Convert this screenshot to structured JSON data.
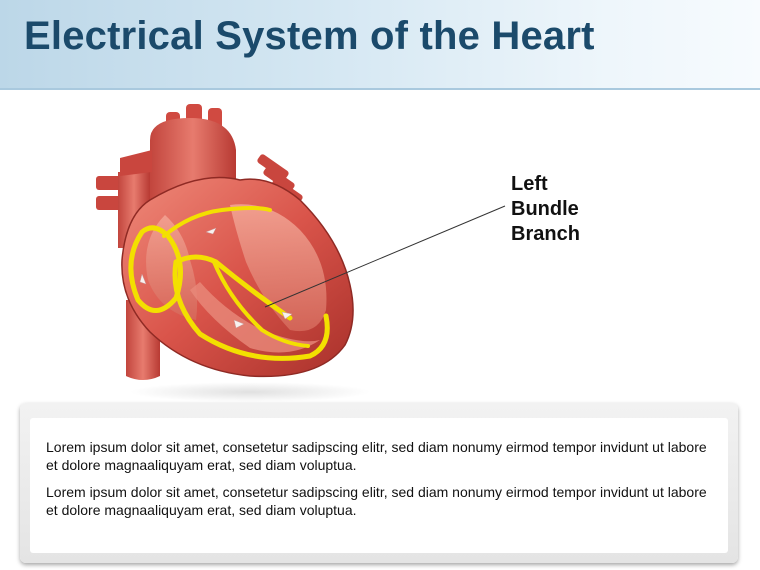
{
  "header": {
    "title": "Electrical System of the Heart"
  },
  "diagram": {
    "callout_label": [
      "Left",
      "Bundle",
      "Branch"
    ],
    "colors": {
      "heart": "#d9544a",
      "conduction_path": "#f3e000",
      "leader_line": "#333333"
    }
  },
  "text_box": {
    "paragraphs": [
      "Lorem ipsum dolor sit amet, consetetur sadipscing elitr, sed diam nonumy eirmod tempor invidunt ut labore et dolore magnaaliquyam erat, sed diam voluptua.",
      "Lorem ipsum dolor sit amet, consetetur sadipscing elitr, sed diam nonumy eirmod tempor invidunt ut labore et dolore magnaaliquyam erat, sed diam voluptua."
    ]
  }
}
